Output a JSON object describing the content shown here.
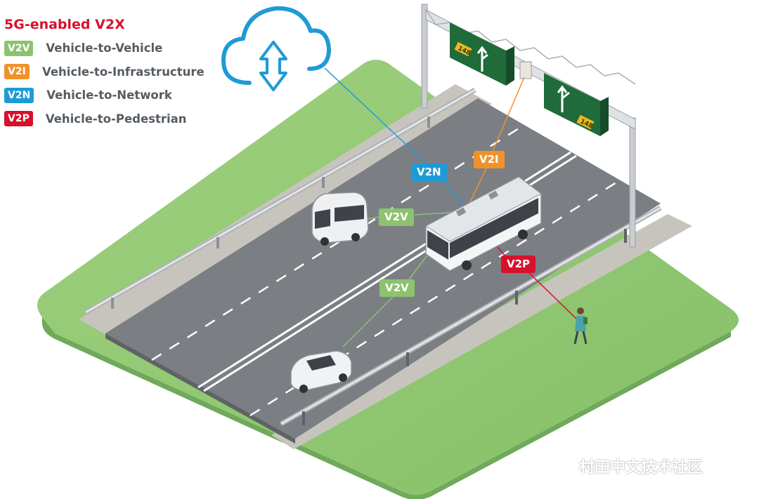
{
  "title": "5G-enabled V2X",
  "legend": [
    {
      "code": "V2V",
      "label": "Vehicle-to-Vehicle",
      "color": "#8dc26f"
    },
    {
      "code": "V2I",
      "label": "Vehicle-to-Infrastructure",
      "color": "#f0922b"
    },
    {
      "code": "V2N",
      "label": "Vehicle-to-Network",
      "color": "#1e9bd7"
    },
    {
      "code": "V2P",
      "label": "Vehicle-to-Pedestrian",
      "color": "#d9102b"
    }
  ],
  "diagram_tags": {
    "v2n": "V2N",
    "v2i": "V2I",
    "v2v_shuttle": "V2V",
    "v2v_car": "V2V",
    "v2p": "V2P"
  },
  "signs": {
    "left_route": "148",
    "right_route": "148"
  },
  "colors": {
    "grass": "#8fc771",
    "road": "#7b7f84",
    "sign": "#1f6b3a",
    "gantry": "#c9cdd1"
  },
  "icons": [
    "cloud-icon",
    "up-down-arrow-icon",
    "wechat-icon"
  ],
  "watermark": "村田中文技术社区"
}
